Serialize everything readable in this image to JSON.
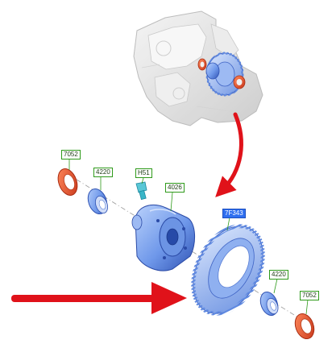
{
  "labels": {
    "seal_left": "7052",
    "bearing_left": "4220",
    "vent": "H51",
    "differential_case": "4026",
    "ring_gear": "7F343",
    "bearing_right": "4220",
    "seal_right": "7052"
  },
  "colors": {
    "part_blue": "#7aa6ee",
    "part_blue_dark": "#3d62c4",
    "seal_orange": "#e0562a",
    "vent_teal": "#39b6c8",
    "callout_red": "#e0121a",
    "tag_green": "#2e9a1a",
    "tag_highlight_blue": "#2f6ff0"
  }
}
